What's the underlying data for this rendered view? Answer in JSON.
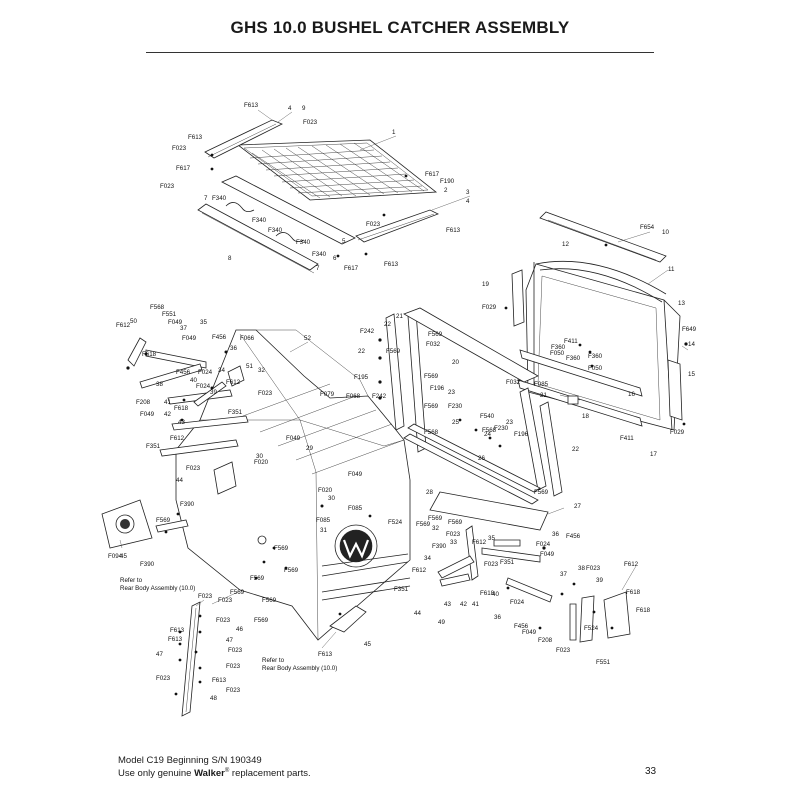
{
  "page": {
    "title": "GHS 10.0 BUSHEL CATCHER ASSEMBLY",
    "footer": {
      "line1": "Model C19 Beginning S/N 190349",
      "line2_prefix": "Use only genuine ",
      "brand": "Walker",
      "trademark": "®",
      "line2_suffix": " replacement parts."
    },
    "page_number": "33"
  },
  "callouts": [
    "F613",
    "4",
    "9",
    "F023",
    "1",
    "F613",
    "F023",
    "F617",
    "F023",
    "F617",
    "F190",
    "2",
    "3",
    "4",
    "7",
    "F340",
    "F340",
    "F340",
    "F340",
    "F340",
    "F023",
    "F613",
    "8",
    "5",
    "6",
    "7",
    "F617",
    "F613",
    "F654",
    "10",
    "12",
    "11",
    "13",
    "19",
    "F029",
    "F649",
    "14",
    "15",
    "F029",
    "17",
    "F411",
    "16",
    "F360",
    "F360",
    "F360",
    "F411",
    "F050",
    "F050",
    "18",
    "F085",
    "F032",
    "21",
    "22",
    "F569",
    "F032",
    "F569",
    "20",
    "F242",
    "F195",
    "F242",
    "22",
    "F196",
    "23",
    "F569",
    "F569",
    "F230",
    "25",
    "F540",
    "24",
    "F230",
    "F196",
    "23",
    "F568",
    "21",
    "F569",
    "22",
    "26",
    "F568",
    "27",
    "F612",
    "50",
    "F568",
    "F551",
    "F049",
    "37",
    "35",
    "F049",
    "F456",
    "36",
    "F618",
    "38",
    "F456",
    "F024",
    "34",
    "40",
    "F024",
    "F208",
    "41",
    "F618",
    "39",
    "42",
    "F049",
    "F351",
    "43",
    "F612",
    "F351",
    "44",
    "F023",
    "51",
    "F612",
    "32",
    "F023",
    "F066",
    "52",
    "F079",
    "F068",
    "F049",
    "29",
    "30",
    "F020",
    "F049",
    "F020",
    "30",
    "31",
    "F085",
    "F085",
    "F524",
    "28",
    "F569",
    "32",
    "F569",
    "F023",
    "33",
    "F612",
    "F456",
    "35",
    "F024",
    "36",
    "F049",
    "37",
    "38",
    "F023",
    "39",
    "F612",
    "F618",
    "F618",
    "F551",
    "34",
    "F351",
    "F023",
    "F612",
    "43",
    "42",
    "41",
    "F618",
    "40",
    "F024",
    "36",
    "F456",
    "F049",
    "F208",
    "F023",
    "F524",
    "F351",
    "44",
    "49",
    "F094",
    "45",
    "F390",
    "F390",
    "F569",
    "F569",
    "F569",
    "F569",
    "F569",
    "F569",
    "F569",
    "F569",
    "F390",
    "45",
    "F613",
    "F613",
    "F613",
    "47",
    "F023",
    "F023",
    "F023",
    "47",
    "46",
    "F023",
    "F023",
    "F613",
    "F023",
    "F023",
    "48"
  ],
  "references": {
    "ref_left_line1": "Refer to",
    "ref_left_line2": "Rear Body Assembly (10.0)",
    "ref_bottom_line1": "Refer to",
    "ref_bottom_line2": "Rear Body Assembly (10.0)"
  }
}
